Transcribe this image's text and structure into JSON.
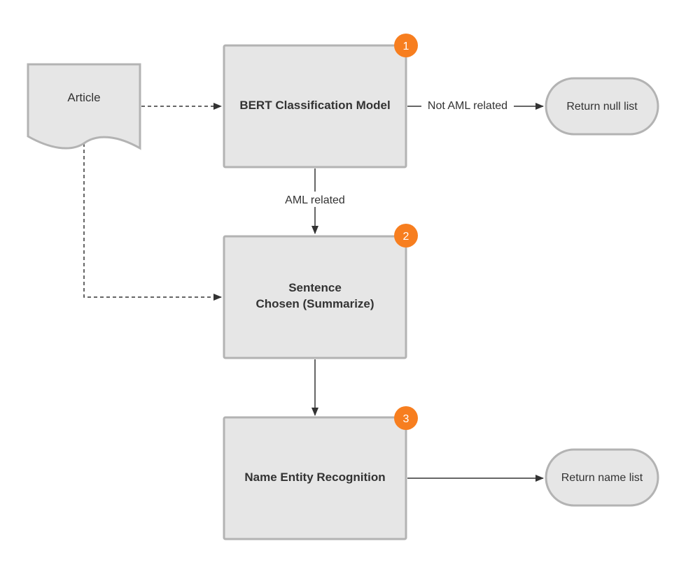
{
  "nodes": {
    "article": {
      "label": "Article"
    },
    "bert": {
      "label": "BERT Classification Model",
      "badge": "1"
    },
    "sentence": {
      "line1": "Sentence",
      "line2": "Chosen (Summarize)",
      "badge": "2"
    },
    "ner": {
      "label": "Name Entity Recognition",
      "badge": "3"
    },
    "return_null": {
      "label": "Return null list"
    },
    "return_name": {
      "label": "Return name list"
    }
  },
  "edges": {
    "not_aml": {
      "label": "Not AML related"
    },
    "aml": {
      "label": "AML related"
    }
  },
  "colors": {
    "box_fill": "#e6e6e6",
    "box_stroke": "#b3b3b3",
    "badge_fill": "#f77e1f",
    "text": "#333333",
    "line": "#333333"
  }
}
